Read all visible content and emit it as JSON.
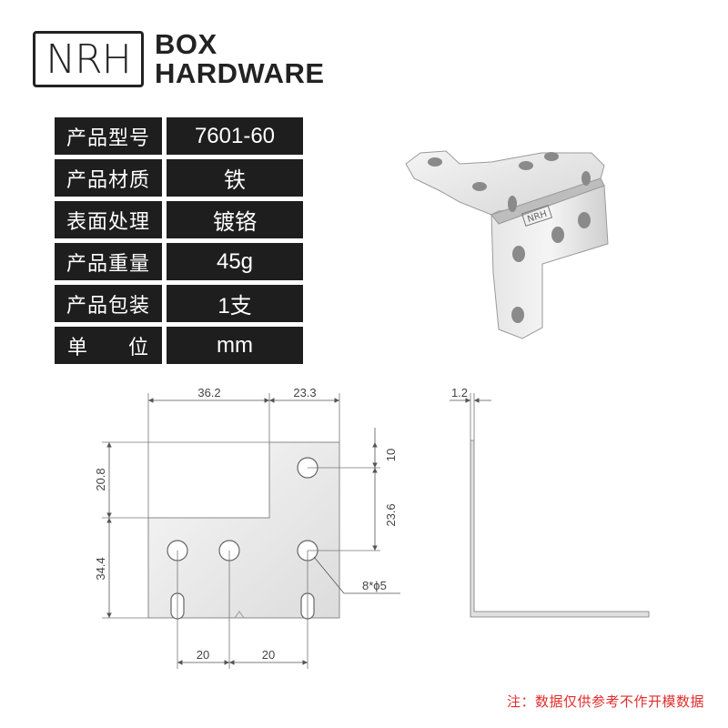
{
  "logo": {
    "mark": "NRH",
    "line1": "BOX",
    "line2": "HARDWARE"
  },
  "specs": [
    {
      "key": "产品型号",
      "value": "7601-60"
    },
    {
      "key": "产品材质",
      "value": "铁"
    },
    {
      "key": "表面处理",
      "value": "镀铬"
    },
    {
      "key": "产品重量",
      "value": "45g"
    },
    {
      "key": "产品包装",
      "value": "1支"
    },
    {
      "key_a": "单",
      "key_b": "位",
      "value": "mm"
    }
  ],
  "product_photo": {
    "engraving": "NRH"
  },
  "drawing": {
    "dim_width_left": "36.2",
    "dim_width_right": "23.3",
    "dim_top_hole": "10",
    "dim_hole_spacing": "23.6",
    "dim_left_upper": "20.8",
    "dim_left_lower": "34.4",
    "dim_bottom_left": "20",
    "dim_bottom_right": "20",
    "hole_callout": "8*ϕ5",
    "thickness": "1.2"
  },
  "note": "注：数据仅供参考不作开模数据"
}
